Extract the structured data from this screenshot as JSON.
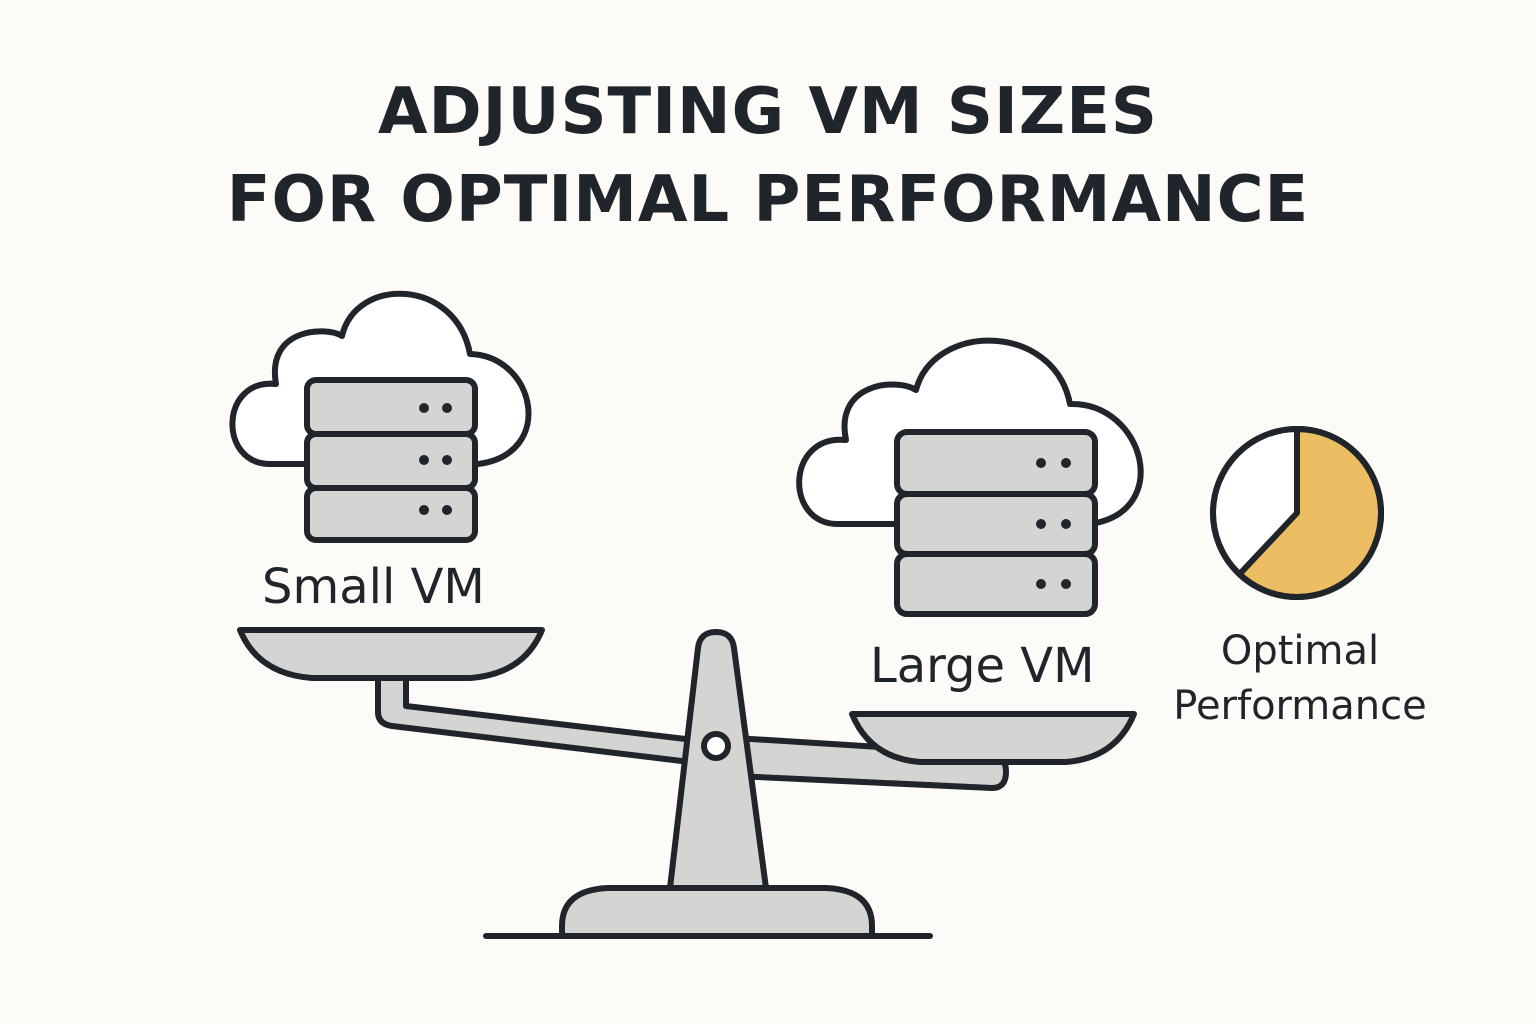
{
  "title": {
    "line1": "ADJUSTING VM SIZES",
    "line2": "FOR OPTIMAL PERFORMANCE"
  },
  "left_item": {
    "label": "Small VM",
    "icon": "cloud-server-icon"
  },
  "right_item": {
    "label": "Large VM",
    "icon": "cloud-server-icon"
  },
  "indicator": {
    "label_line1": "Optimal",
    "label_line2": "Performance",
    "icon": "pie-chart-icon",
    "filled_fraction": 0.62
  },
  "balance": {
    "icon": "balance-scale-icon"
  },
  "colors": {
    "background": "#fcfbf7",
    "stroke": "#1f252b",
    "fill_gray": "#d4d4d2",
    "accent": "#ecbd62",
    "white": "#ffffff"
  }
}
